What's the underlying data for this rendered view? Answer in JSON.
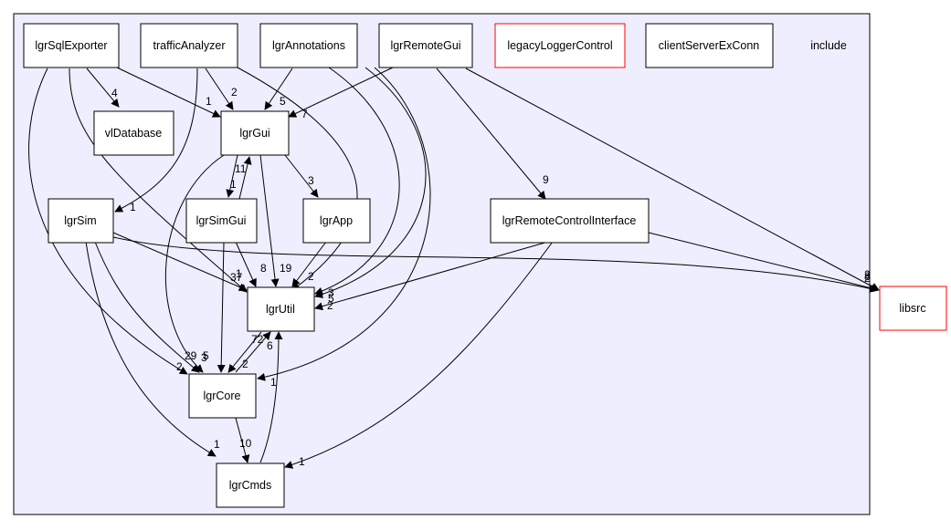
{
  "cluster": {
    "label": "include"
  },
  "nodes": {
    "sqlExporter": "lgrSqlExporter",
    "traffic": "trafficAnalyzer",
    "annotations": "lgrAnnotations",
    "remoteGui": "lgrRemoteGui",
    "legacy": "legacyLoggerControl",
    "clientServer": "clientServerExConn",
    "vlDatabase": "vlDatabase",
    "gui": "lgrGui",
    "sim": "lgrSim",
    "simGui": "lgrSimGui",
    "app": "lgrApp",
    "rci": "lgrRemoteControlInterface",
    "util": "lgrUtil",
    "core": "lgrCore",
    "cmds": "lgrCmds",
    "libsrc": "libsrc"
  },
  "edge_labels": {
    "sql_vl": "4",
    "sql_gui": "1",
    "traffic_gui": "2",
    "annotations_gui": "5",
    "remote_gui": "7",
    "sim_edge": "1",
    "gui_simgui": "1",
    "simgui_gui": "11",
    "gui_app": "3",
    "remote_rci": "9",
    "libsrc_a": "2",
    "libsrc_b": "2",
    "libsrc_c": "8",
    "util_37": "37",
    "util_1": "1",
    "util_8": "8",
    "util_19": "19",
    "util_2": "2",
    "util_r1": "3",
    "util_r2": "5",
    "util_r3": "2",
    "core_29": "29",
    "core_5": "5",
    "core_3": "3",
    "core_2a": "2",
    "core_2b": "2",
    "core_72": "72",
    "util_6": "6",
    "cmds_1a": "1",
    "cmds_10": "10",
    "cmds_1b": "1",
    "core_1": "1"
  },
  "colors": {
    "cluster_fill": "#eeeeff",
    "cluster_stroke": "#000000",
    "node_stroke": "#000000",
    "external_stroke": "#ff0000",
    "edge": "#000000"
  }
}
